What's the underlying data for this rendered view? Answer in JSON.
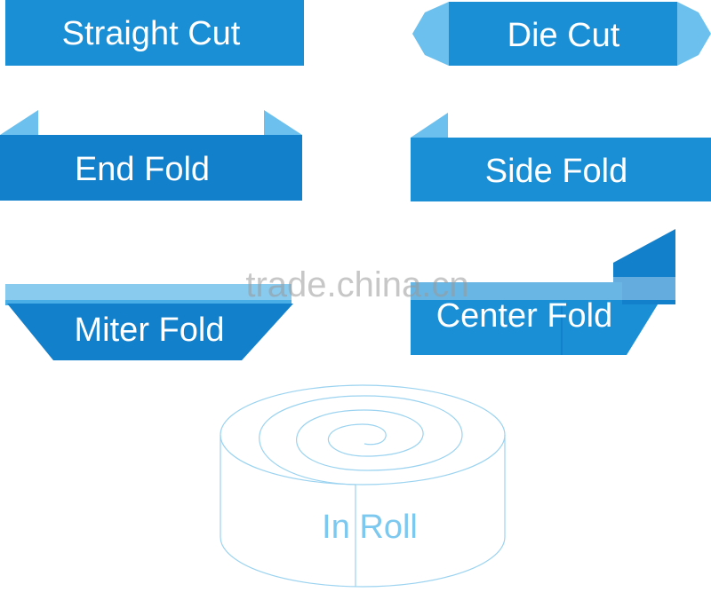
{
  "colors": {
    "primary": "#1a8fd6",
    "dark": "#0f7dc6",
    "light": "#6cc0ee",
    "roll_line": "#9bd3f0",
    "watermark": "#9a9a9a"
  },
  "labels": {
    "straight_cut": "Straight Cut",
    "die_cut": "Die Cut",
    "end_fold": "End Fold",
    "side_fold": "Side Fold",
    "miter_fold": "Miter Fold",
    "center_fold": "Center Fold",
    "in_roll": "In Roll"
  },
  "watermark": "trade.china.cn"
}
